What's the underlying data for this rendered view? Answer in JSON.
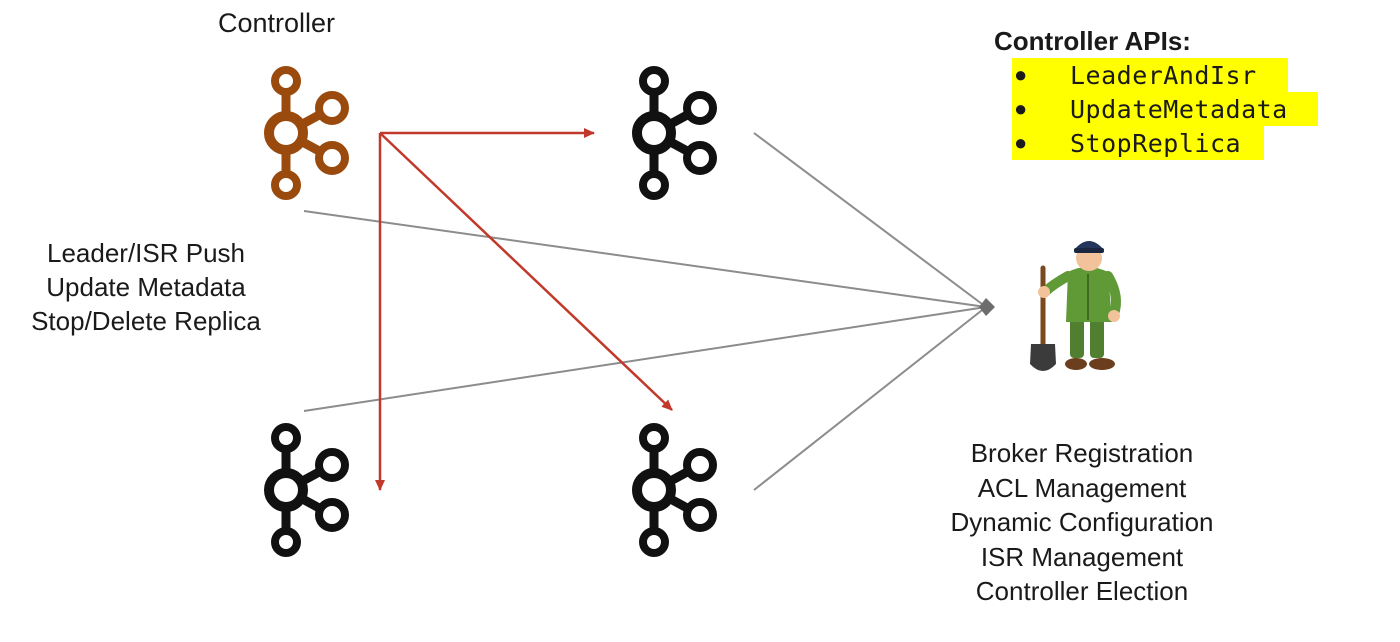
{
  "diagram": {
    "controller_label": "Controller",
    "push_actions": [
      "Leader/ISR Push",
      "Update Metadata",
      "Stop/Delete Replica"
    ],
    "controller_apis": {
      "title": "Controller APIs:",
      "items": [
        "LeaderAndIsr",
        "UpdateMetadata",
        "StopReplica"
      ]
    },
    "zookeeper_responsibilities": [
      "Broker Registration",
      "ACL Management",
      "Dynamic Configuration",
      "ISR Management",
      "Controller Election"
    ]
  },
  "colors": {
    "controller_node": "#9a4a0c",
    "broker_node": "#111111",
    "push_arrow": "#c0392b",
    "zk_link": "#8c8c8c",
    "highlight": "#ffff00"
  },
  "icons": [
    "kafka-broker-icon",
    "zookeeper-keeper-icon"
  ]
}
